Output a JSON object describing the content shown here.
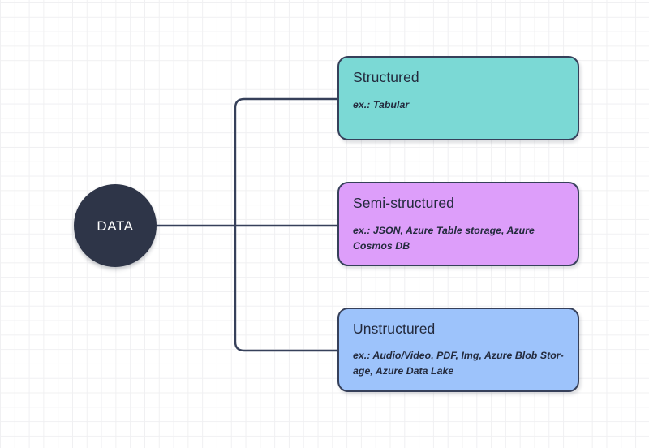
{
  "diagram": {
    "title_node": {
      "label": "DATA",
      "shape": "circle",
      "fill": "#2E3548",
      "text_color": "#FFFFFF"
    },
    "connector": {
      "style": "orthogonal-elbow",
      "color": "#36405A",
      "stroke_width": 2.4,
      "corner_radius": 11
    },
    "background": {
      "color": "#FFFFFF",
      "grid_color": "#F0F0F2",
      "grid_size": 17.8
    },
    "categories": [
      {
        "id": "structured",
        "title": "Structured",
        "description": "ex.: Tabular",
        "fill": "#7BD9D5",
        "border": "#36405A"
      },
      {
        "id": "semi-structured",
        "title": "Semi-structured",
        "description": "ex.: JSON, Azure Table storage, Azure Cosmos DB",
        "fill": "#DD9EFA",
        "border": "#36405A"
      },
      {
        "id": "unstructured",
        "title": "Unstructured",
        "description": "ex.: Audio/Video, PDF, Img, Azure Blob Stor-age, Azure Data Lake",
        "fill": "#9DC3FB",
        "border": "#36405A"
      }
    ]
  }
}
